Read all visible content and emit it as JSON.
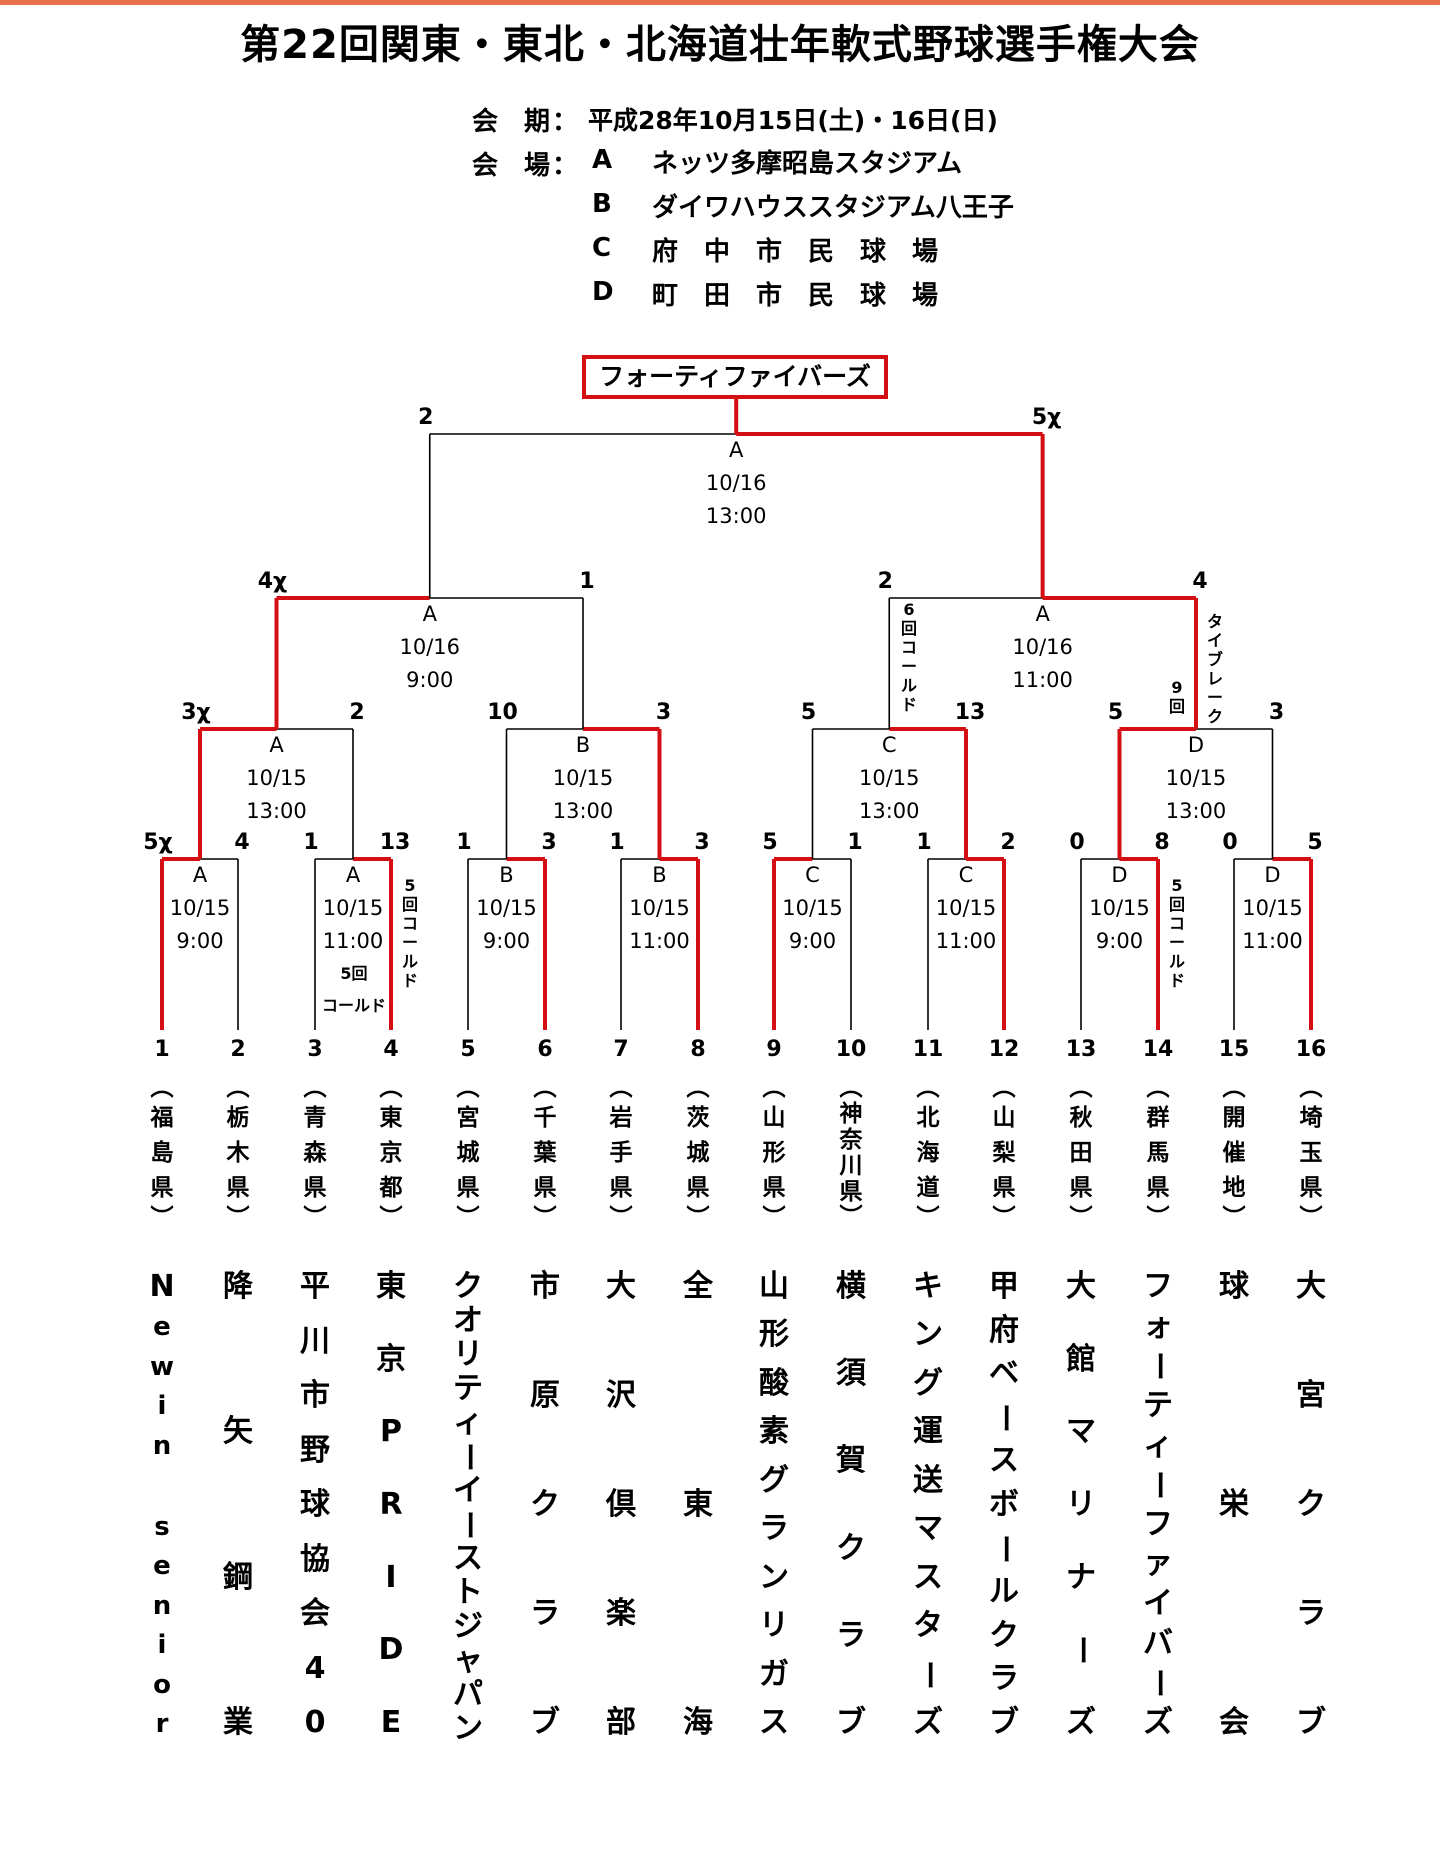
{
  "title": "第22回関東・東北・北海道壮年軟式野球選手権大会",
  "schedule": {
    "label": "会　期",
    "colon": "：",
    "value": "平成28年10月15日(土)・16日(日)"
  },
  "venues": {
    "label": "会　場",
    "colon": "：",
    "list": [
      {
        "code": "A",
        "name": "ネッツ多摩昭島スタジアム"
      },
      {
        "code": "B",
        "name": "ダイワハウススタジアム八王子"
      },
      {
        "code": "C",
        "name": "府中市民球場"
      },
      {
        "code": "D",
        "name": "町田市民球場"
      }
    ]
  },
  "champion": "フォーティファイバーズ",
  "games": {
    "final": {
      "venue": "A",
      "date": "10/16",
      "time": "13:00",
      "left": "2",
      "right": "5χ"
    },
    "sf1": {
      "venue": "A",
      "date": "10/16",
      "time": "9:00",
      "left": "4χ",
      "right": "1"
    },
    "sf2": {
      "venue": "A",
      "date": "10/16",
      "time": "11:00",
      "left": "2",
      "right": "4"
    },
    "qf1": {
      "venue": "A",
      "date": "10/15",
      "time": "13:00",
      "left": "3χ",
      "right": "2"
    },
    "qf2": {
      "venue": "B",
      "date": "10/15",
      "time": "13:00",
      "left": "10",
      "right": "3"
    },
    "qf3": {
      "venue": "C",
      "date": "10/15",
      "time": "13:00",
      "left": "5",
      "right": "13"
    },
    "qf4": {
      "venue": "D",
      "date": "10/15",
      "time": "13:00",
      "left": "5",
      "right": "3"
    },
    "r1": {
      "venue": "A",
      "date": "10/15",
      "time": "9:00",
      "left": "5χ",
      "right": "4"
    },
    "r2": {
      "venue": "A",
      "date": "10/15",
      "time": "11:00",
      "left": "1",
      "right": "13"
    },
    "r3": {
      "venue": "B",
      "date": "10/15",
      "time": "9:00",
      "left": "1",
      "right": "3"
    },
    "r4": {
      "venue": "B",
      "date": "10/15",
      "time": "11:00",
      "left": "1",
      "right": "3"
    },
    "r5": {
      "venue": "C",
      "date": "10/15",
      "time": "9:00",
      "left": "5",
      "right": "1"
    },
    "r6": {
      "venue": "C",
      "date": "10/15",
      "time": "11:00",
      "left": "1",
      "right": "2"
    },
    "r7": {
      "venue": "D",
      "date": "10/15",
      "time": "9:00",
      "left": "0",
      "right": "8"
    },
    "r8": {
      "venue": "D",
      "date": "10/15",
      "time": "11:00",
      "left": "0",
      "right": "5"
    }
  },
  "notes": {
    "r2_called": "5回コールド",
    "r2_inning": "5回",
    "r2_called_short": "コールド",
    "qf3_called": "6回コールド",
    "sf2_tiebreak": "タイブレーク",
    "sf2_innings": "9回",
    "r7_called": "5回コールド"
  },
  "teams": [
    {
      "no": "1",
      "pref": "福島県",
      "name": "Newin senior"
    },
    {
      "no": "2",
      "pref": "栃木県",
      "name": "降矢鋼業"
    },
    {
      "no": "3",
      "pref": "青森県",
      "name": "平川市野球協会40"
    },
    {
      "no": "4",
      "pref": "東京都",
      "name": "東京PRIDE"
    },
    {
      "no": "5",
      "pref": "宮城県",
      "name": "クオリティーイーストジャパン"
    },
    {
      "no": "6",
      "pref": "千葉県",
      "name": "市原クラブ"
    },
    {
      "no": "7",
      "pref": "岩手県",
      "name": "大沢倶楽部"
    },
    {
      "no": "8",
      "pref": "茨城県",
      "name": "全東海"
    },
    {
      "no": "9",
      "pref": "山形県",
      "name": "山形酸素グランリガス"
    },
    {
      "no": "10",
      "pref": "神奈川県",
      "name": "横須賀クラブ"
    },
    {
      "no": "11",
      "pref": "北海道",
      "name": "キング運送マスターズ"
    },
    {
      "no": "12",
      "pref": "山梨県",
      "name": "甲府ベースボールクラブ"
    },
    {
      "no": "13",
      "pref": "秋田県",
      "name": "大館マリナーズ"
    },
    {
      "no": "14",
      "pref": "群馬県",
      "name": "フォーティーファイバーズ"
    },
    {
      "no": "15",
      "pref": "開催地",
      "name": "球栄会"
    },
    {
      "no": "16",
      "pref": "埼玉県",
      "name": "大宮クラブ"
    }
  ],
  "colors": {
    "win": "#d40f14",
    "line": "#000000",
    "accent_bar": "#e8704a"
  }
}
